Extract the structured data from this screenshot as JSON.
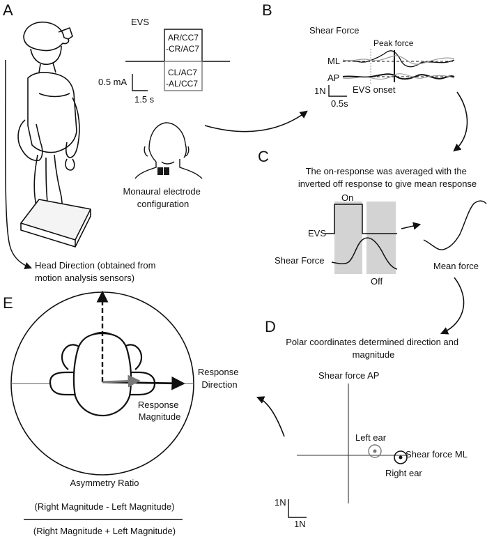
{
  "panels": {
    "a": "A",
    "b": "B",
    "c": "C",
    "d": "D",
    "e": "E"
  },
  "evs": {
    "title": "EVS",
    "box_top_lines": [
      "AR/CC7",
      "-CR/AC7"
    ],
    "box_bottom_lines": [
      "CL/AC7",
      "-AL/CC7"
    ],
    "scale_current": "0.5 mA",
    "scale_time": "1.5 s"
  },
  "electrode": {
    "caption_lines": [
      "Monaural electrode",
      "configuration"
    ]
  },
  "head_direction": {
    "caption_lines": [
      "Head Direction (obtained from",
      "motion analysis sensors)"
    ]
  },
  "shear": {
    "title": "Shear Force",
    "peak_force": "Peak force",
    "ml": "ML",
    "ap": "AP",
    "scale_force": "1N",
    "scale_time": "0.5s",
    "onset": "EVS onset"
  },
  "averaging": {
    "caption_lines": [
      "The on-response was averaged with the",
      "inverted off response to give mean response"
    ],
    "on": "On",
    "off": "Off",
    "evs": "EVS",
    "shear_force": "Shear Force",
    "mean_force": "Mean force"
  },
  "polar": {
    "caption_lines": [
      "Polar coordinates determined direction and",
      "magnitude"
    ],
    "axis_ap": "Shear force AP",
    "axis_ml": "Shear force ML",
    "left_ear": "Left ear",
    "right_ear": "Right ear",
    "scale_y": "1N",
    "scale_x": "1N"
  },
  "asymmetry": {
    "response_direction_lines": [
      "Response",
      "Direction"
    ],
    "response_magnitude_lines": [
      "Response",
      "Magnitude"
    ],
    "title": "Asymmetry Ratio",
    "numerator": "(Right Magnitude - Left Magnitude)",
    "denominator": "(Right Magnitude + Left Magnitude)"
  },
  "colors": {
    "ink": "#111111",
    "shade": "#d3d3d3",
    "gray_trace": "#888888",
    "electrode": "#1a1a1a"
  }
}
